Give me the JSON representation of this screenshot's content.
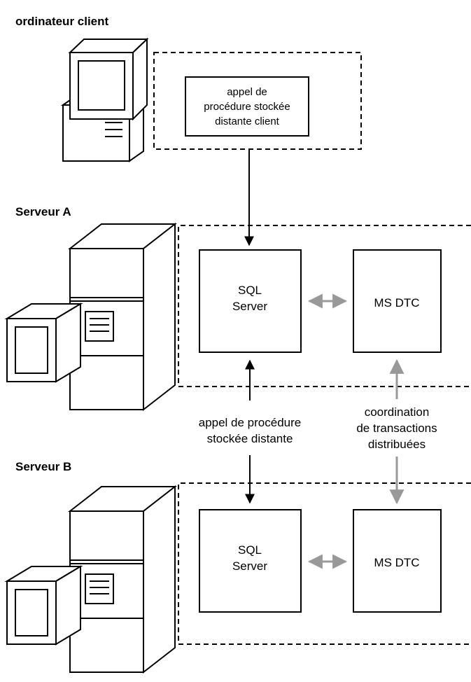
{
  "labels": {
    "client": "ordinateur client",
    "server_a": "Serveur A",
    "server_b": "Serveur B"
  },
  "client_box": {
    "line1": "appel de",
    "line2": "procédure stockée",
    "line3": "distante client"
  },
  "server_a": {
    "sql_line1": "SQL",
    "sql_line2": "Server",
    "dtc": "MS DTC"
  },
  "server_b": {
    "sql_line1": "SQL",
    "sql_line2": "Server",
    "dtc": "MS DTC"
  },
  "rpc_label": {
    "line1": "appel de procédure",
    "line2": "stockée distante"
  },
  "coord_label": {
    "line1": "coordination",
    "line2": "de transactions",
    "line3": "distribuées"
  },
  "colors": {
    "line": "#000000",
    "dtc_arrow": "#999999",
    "background": "#ffffff"
  }
}
